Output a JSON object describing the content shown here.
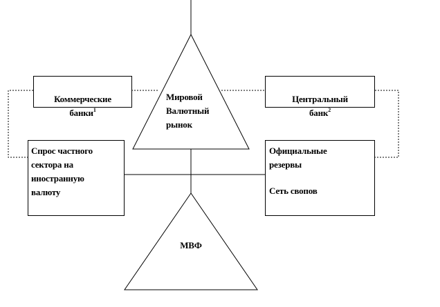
{
  "diagram": {
    "world_market": {
      "label": "Мировой\nВалютный\nрынок"
    },
    "imf": {
      "label": "МВФ"
    },
    "commercial_banks": {
      "label": "Коммерческие\nбанки",
      "note": "1"
    },
    "central_bank": {
      "label": "Центральный\nбанк",
      "note": "2"
    },
    "private_demand": {
      "label": "Спрос частного\nсектора на\nиностранную\nвалюту"
    },
    "official_reserves": {
      "label": "Официальные\nрезервы"
    },
    "swap_network": {
      "label": "Сеть свопов"
    }
  }
}
